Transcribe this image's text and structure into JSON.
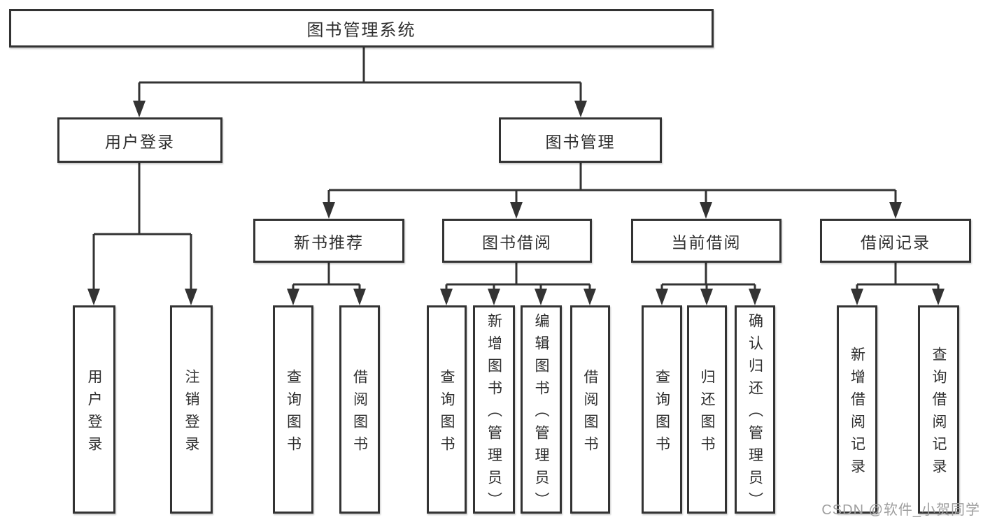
{
  "tree": {
    "label": "图书管理系统",
    "children": [
      {
        "label": "用户登录",
        "children": [
          {
            "label": "用户登录"
          },
          {
            "label": "注销登录"
          }
        ]
      },
      {
        "label": "图书管理",
        "children": [
          {
            "label": "新书推荐",
            "children": [
              {
                "label": "查询图书"
              },
              {
                "label": "借阅图书"
              }
            ]
          },
          {
            "label": "图书借阅",
            "children": [
              {
                "label": "查询图书"
              },
              {
                "label": "新增图书（管理员）"
              },
              {
                "label": "编辑图书（管理员）"
              },
              {
                "label": "借阅图书"
              }
            ]
          },
          {
            "label": "当前借阅",
            "children": [
              {
                "label": "查询图书"
              },
              {
                "label": "归还图书"
              },
              {
                "label": "确认归还（管理员）"
              }
            ]
          },
          {
            "label": "借阅记录",
            "children": [
              {
                "label": "新增借阅记录"
              },
              {
                "label": "查询借阅记录"
              }
            ]
          }
        ]
      }
    ]
  },
  "watermark": "CSDN @软件_小贺同学",
  "colors": {
    "line": "#333333",
    "box_border": "#333333",
    "box_fill": "#ffffff",
    "text": "#2f2f2f",
    "watermark": "#9e9e9e"
  }
}
